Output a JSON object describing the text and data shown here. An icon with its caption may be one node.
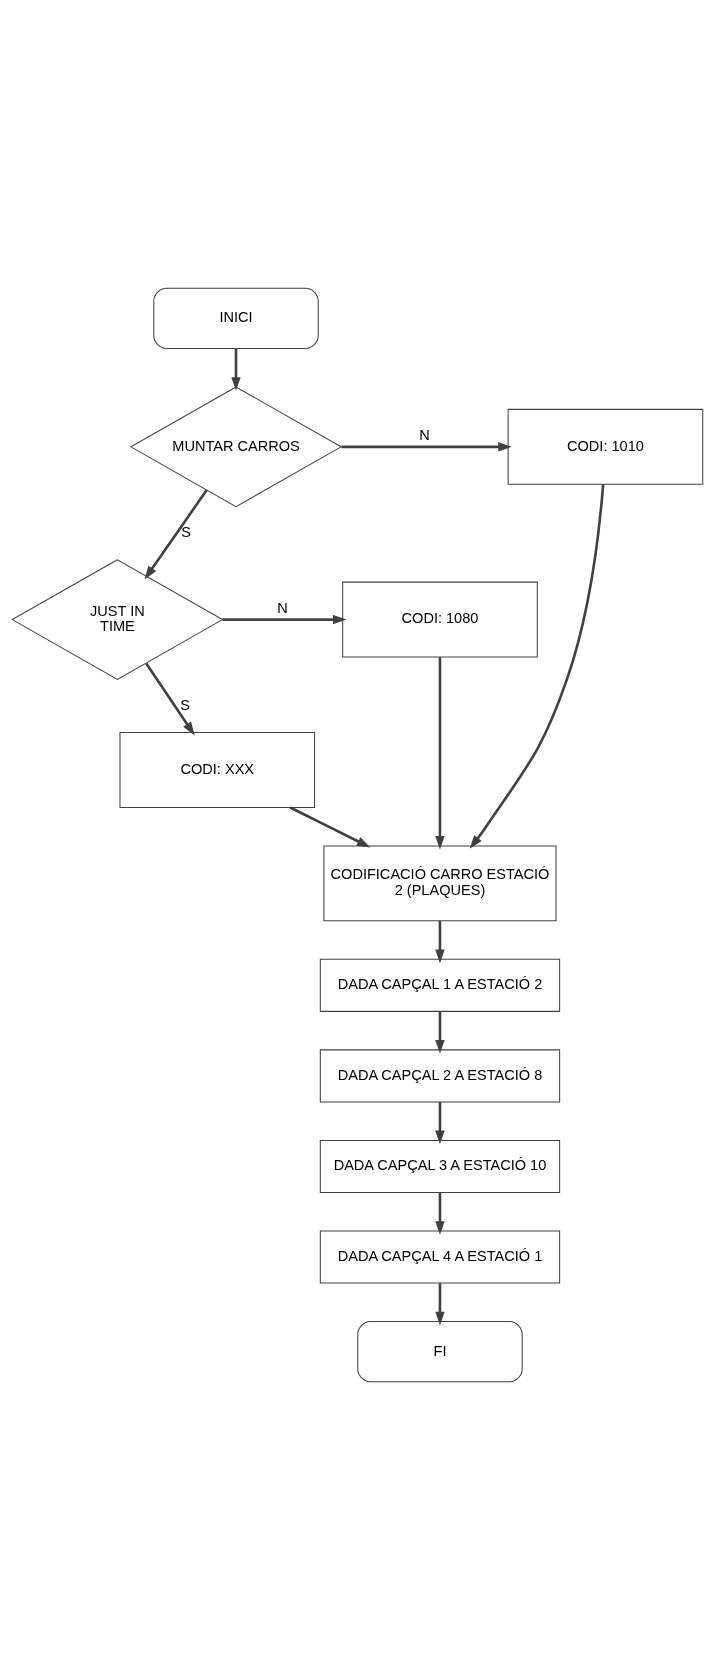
{
  "diagram": {
    "nodes": [
      {
        "text": [
          "INICI"
        ]
      },
      {
        "text": [
          "MUNTAR CARROS"
        ]
      },
      {
        "text": [
          "CODI: 1010"
        ]
      },
      {
        "text": [
          "JUST IN TIME"
        ]
      },
      {
        "text": [
          "CODI: 1080"
        ]
      },
      {
        "text": [
          "CODI: XXX"
        ]
      },
      {
        "text": [
          "CODIFICACIÓ CARRO ESTACIÓ 2 (PLAQUES)"
        ]
      },
      {
        "text": [
          "DADA CAPÇAL 1 A ESTACIÓ 2"
        ]
      },
      {
        "text": [
          "DADA CAPÇAL 2 A ESTACIÓ 8"
        ]
      },
      {
        "text": [
          "DADA CAPÇAL 3 A ESTACIÓ 10"
        ]
      },
      {
        "text": [
          "DADA CAPÇAL 4 A ESTACIÓ 1"
        ]
      },
      {
        "text": [
          "FI"
        ]
      }
    ],
    "edges": [
      {
        "from": 0,
        "to": 1,
        "arrow": "to"
      },
      {
        "from": 1,
        "to": 2,
        "arrow": "to",
        "label": "N"
      },
      {
        "from": 1,
        "to": 3,
        "arrow": "to",
        "label": "S"
      },
      {
        "from": 3,
        "to": 4,
        "arrow": "to",
        "label": "N"
      },
      {
        "from": 3,
        "to": 5,
        "arrow": "to",
        "label": "S"
      },
      {
        "from": 2,
        "to": 6,
        "arrow": "to"
      },
      {
        "from": 4,
        "to": 6,
        "arrow": "to"
      },
      {
        "from": 5,
        "to": 6,
        "arrow": "to"
      },
      {
        "from": 6,
        "to": 7,
        "arrow": "to"
      },
      {
        "from": 7,
        "to": 8,
        "arrow": "to"
      },
      {
        "from": 8,
        "to": 9,
        "arrow": "to"
      },
      {
        "from": 9,
        "to": 10,
        "arrow": "to"
      },
      {
        "from": 10,
        "to": 11,
        "arrow": "to"
      }
    ]
  }
}
